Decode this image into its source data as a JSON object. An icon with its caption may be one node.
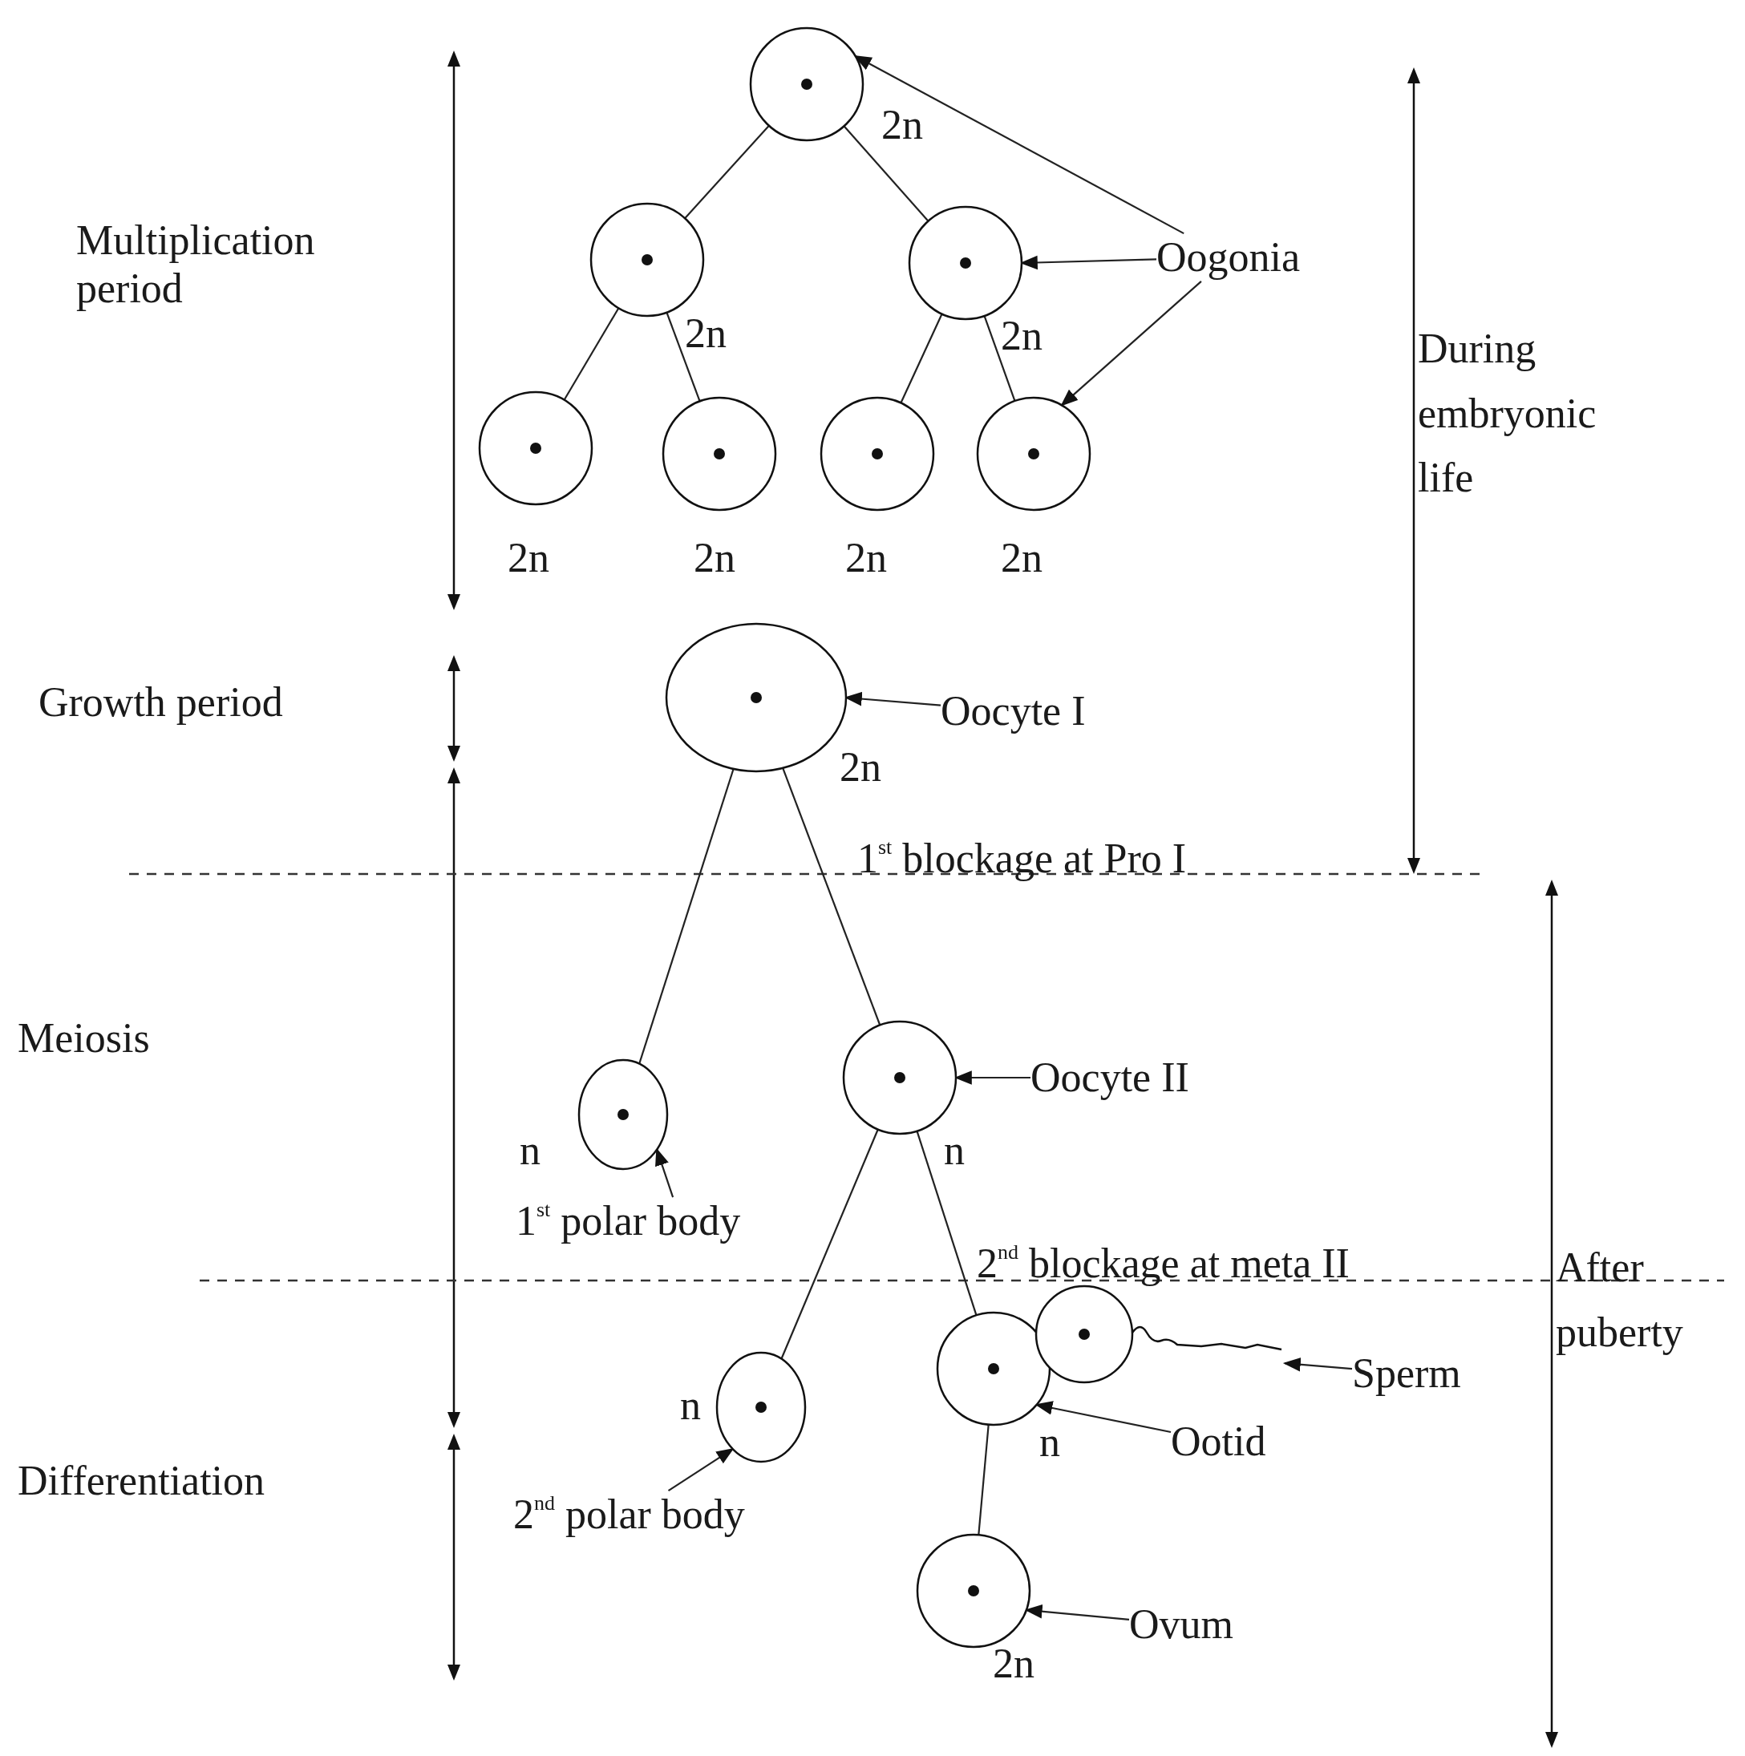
{
  "diagram": {
    "nodes": [
      {
        "text": [],
        "shape": "circle",
        "beside": [
          "2n"
        ]
      },
      {
        "text": [],
        "shape": "circle",
        "beside": [
          "2n"
        ]
      },
      {
        "text": [],
        "shape": "circle",
        "beside": [
          "2n"
        ]
      },
      {
        "text": [],
        "shape": "circle",
        "beside": [
          "2n"
        ]
      },
      {
        "text": [],
        "shape": "circle",
        "beside": [
          "2n"
        ]
      },
      {
        "text": [],
        "shape": "circle",
        "beside": [
          "2n"
        ]
      },
      {
        "text": [],
        "shape": "circle",
        "beside": [
          "2n"
        ]
      },
      {
        "text": [],
        "shape": "circle",
        "beside": [
          "2n"
        ]
      },
      {
        "text": [],
        "shape": "circle",
        "beside": [
          "n"
        ]
      },
      {
        "text": [],
        "shape": "circle",
        "beside": [
          "n"
        ]
      },
      {
        "text": [],
        "shape": "circle",
        "beside": [
          "n"
        ]
      },
      {
        "text": [],
        "shape": "circle",
        "beside": [
          "n"
        ]
      },
      {
        "text": [],
        "shape": "picture"
      },
      {
        "text": [],
        "shape": "circle",
        "beside": [
          "2n"
        ]
      },
      {
        "text": [
          "Oogonia"
        ]
      },
      {
        "text": [
          "Oocyte I"
        ]
      },
      {
        "text": [
          "Oocyte II"
        ]
      },
      {
        "text": [
          "1$^{st}$ polar body"
        ]
      },
      {
        "text": [
          "2$^{nd}$ polar body"
        ]
      },
      {
        "text": [
          "Sperm"
        ]
      },
      {
        "text": [
          "Ootid"
        ]
      },
      {
        "text": [
          "Ovum"
        ]
      }
    ],
    "edges": [
      {
        "from": 0,
        "to": 1,
        "arrow": "none"
      },
      {
        "from": 0,
        "to": 2,
        "arrow": "none"
      },
      {
        "from": 1,
        "to": 3,
        "arrow": "none"
      },
      {
        "from": 1,
        "to": 4,
        "arrow": "none"
      },
      {
        "from": 2,
        "to": 5,
        "arrow": "none"
      },
      {
        "from": 2,
        "to": 6,
        "arrow": "none"
      },
      {
        "from": 7,
        "to": 8,
        "arrow": "none"
      },
      {
        "from": 7,
        "to": 9,
        "arrow": "none"
      },
      {
        "from": 9,
        "to": 10,
        "arrow": "none"
      },
      {
        "from": 9,
        "to": 11,
        "arrow": "none"
      },
      {
        "from": 11,
        "to": 13,
        "arrow": "none"
      },
      {
        "from": 14,
        "to": 0,
        "arrow": "to"
      },
      {
        "from": 14,
        "to": 2,
        "arrow": "to"
      },
      {
        "from": 14,
        "to": 6,
        "arrow": "to"
      },
      {
        "from": 15,
        "to": 7,
        "arrow": "to"
      },
      {
        "from": 16,
        "to": 9,
        "arrow": "to"
      },
      {
        "from": 17,
        "to": 8,
        "arrow": "to"
      },
      {
        "from": 18,
        "to": 10,
        "arrow": "to"
      },
      {
        "from": 19,
        "to": 12,
        "arrow": "to"
      },
      {
        "from": 20,
        "to": 11,
        "arrow": "to"
      },
      {
        "from": 21,
        "to": 13,
        "arrow": "to"
      }
    ],
    "labels": [
      "Multiplication period",
      "During embryonic life",
      "Growth period",
      "1$^{st}$ blockage at Pro I",
      "Meiosis",
      "2$^{nd}$ blockage at meta II",
      "After puberty",
      "Differentiation"
    ]
  }
}
